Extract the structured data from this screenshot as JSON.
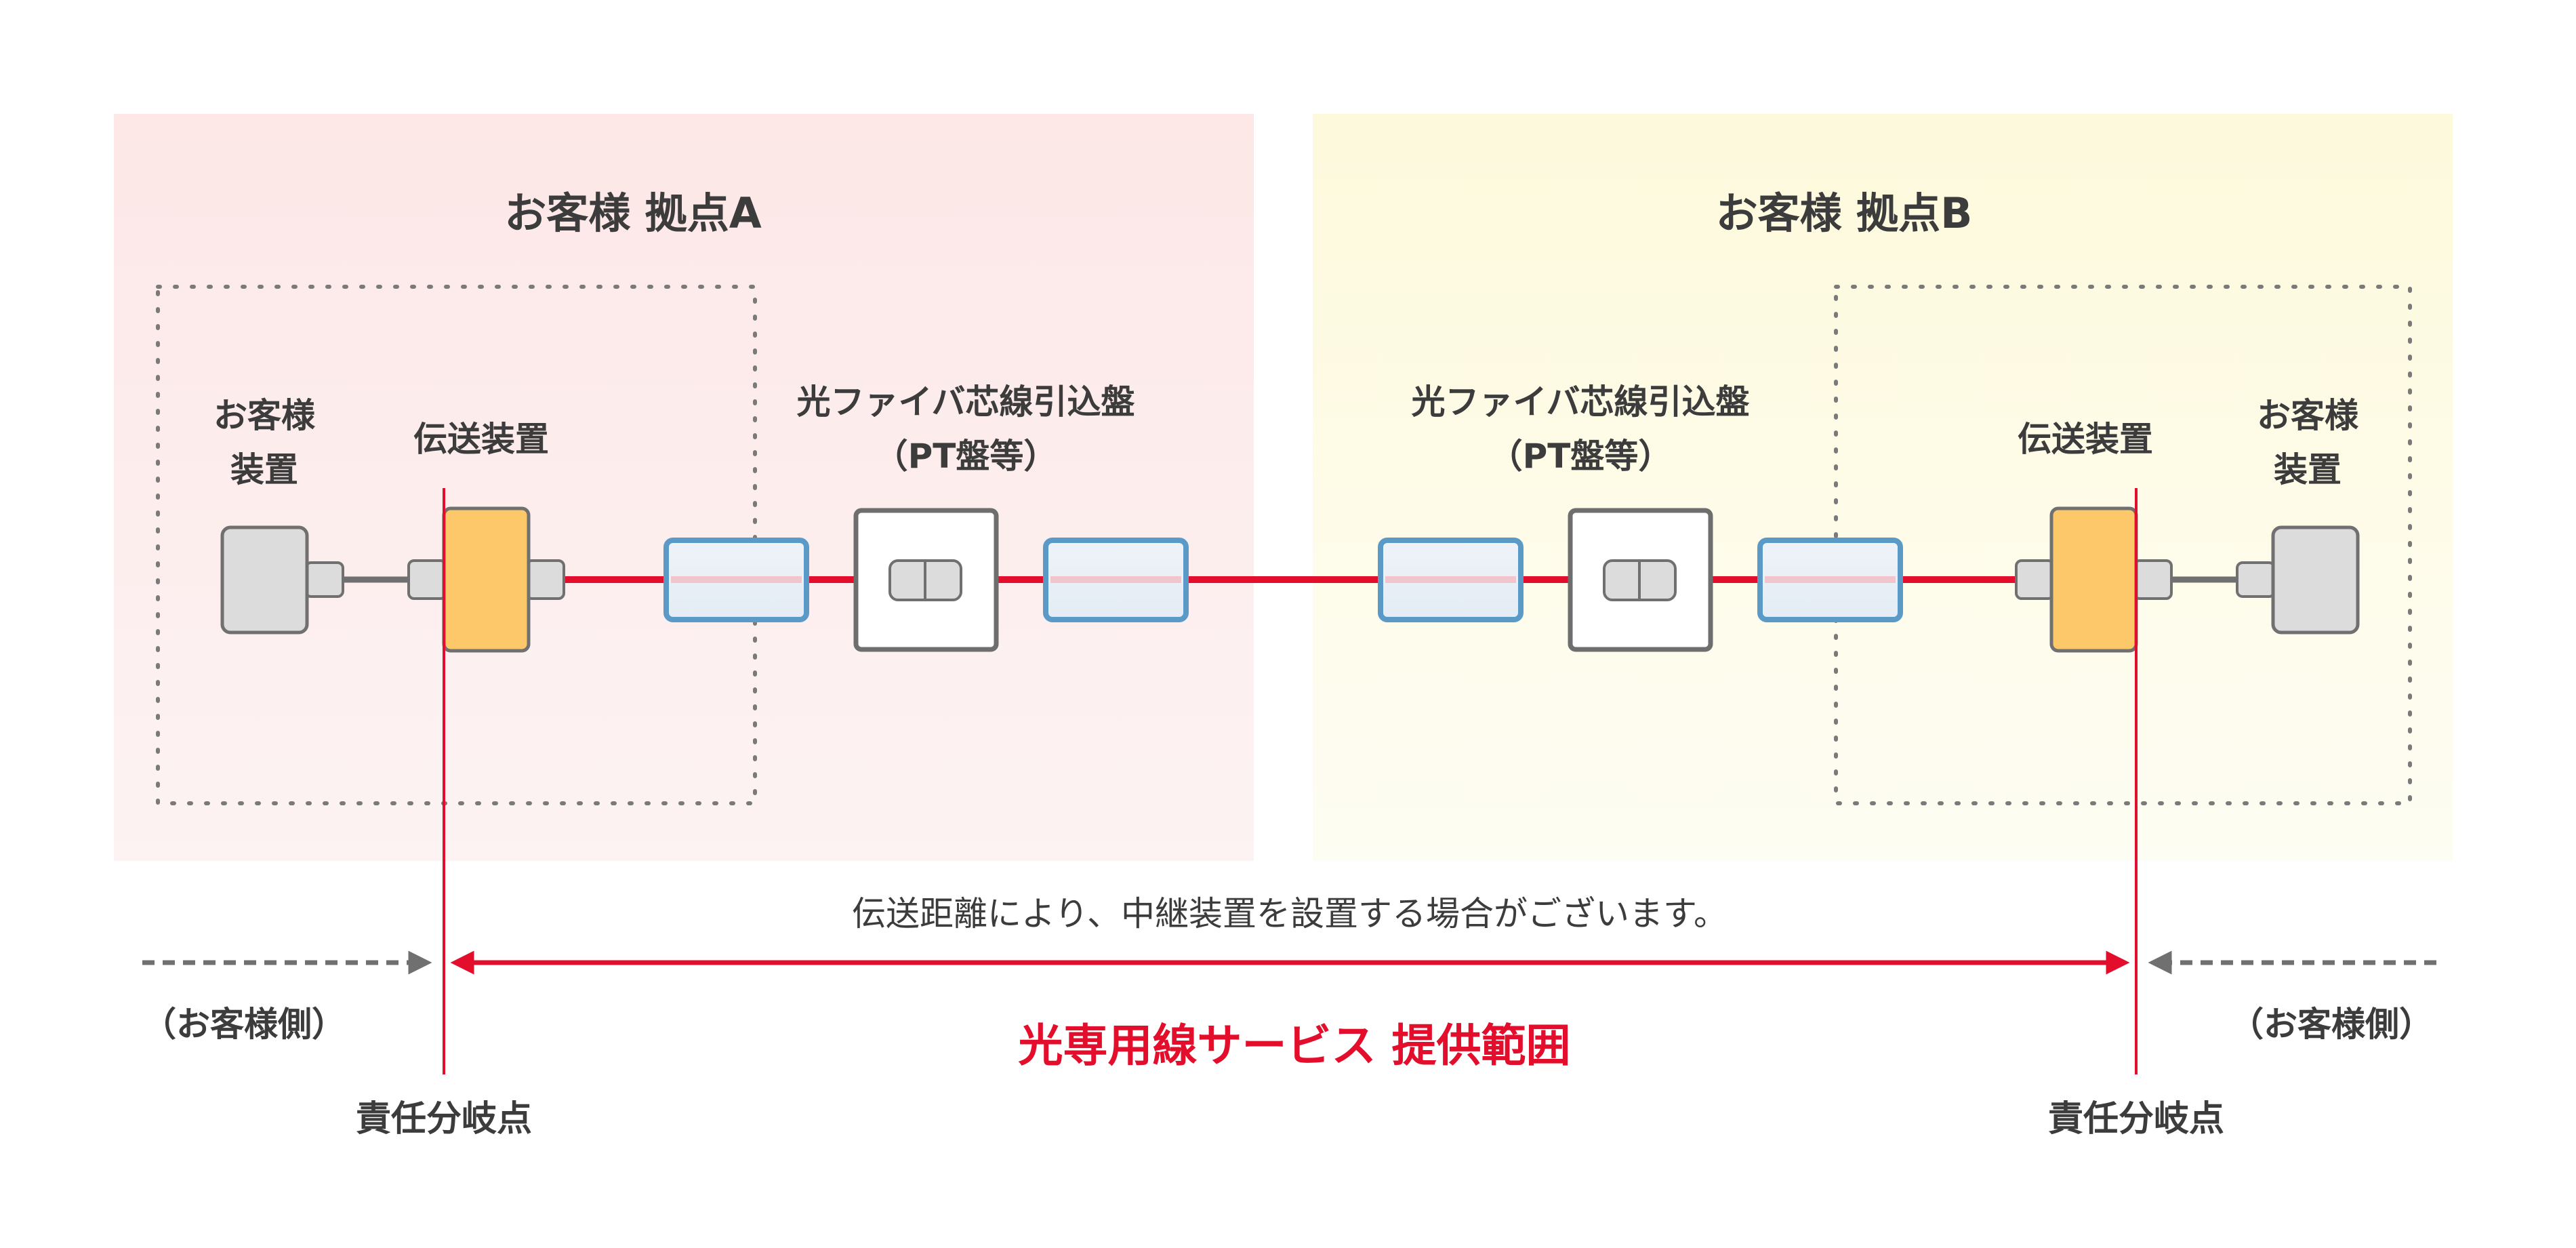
{
  "site_a": {
    "title": "お客様 拠点A",
    "customer_device": [
      "お客様",
      "装置"
    ],
    "transmission_device": "伝送装置",
    "pt_panel": [
      "光ファイバ芯線引込盤",
      "（PT盤等）"
    ]
  },
  "site_b": {
    "title": "お客様 拠点B",
    "customer_device": [
      "お客様",
      "装置"
    ],
    "transmission_device": "伝送装置",
    "pt_panel": [
      "光ファイバ芯線引込盤",
      "（PT盤等）"
    ]
  },
  "note": "伝送距離により、中継装置を設置する場合がございます。",
  "customer_side_left": "（お客様側）",
  "customer_side_right": "（お客様側）",
  "service_scope": "光専用線サービス 提供範囲",
  "demarcation_left": "責任分岐点",
  "demarcation_right": "責任分岐点",
  "colors": {
    "fiber_red": "#e30e2b",
    "site_a_bg": "#fdeaea",
    "site_b_bg": "#fdfbe3",
    "transmission_device_fill": "#fdc86a",
    "connector_border": "#5b9ac6"
  }
}
